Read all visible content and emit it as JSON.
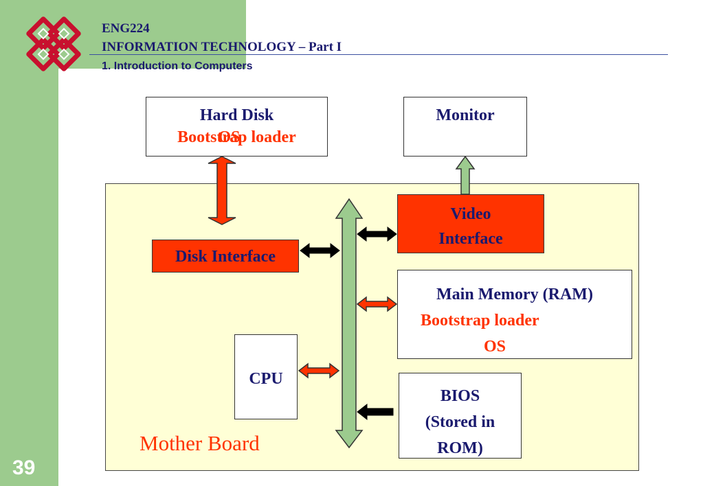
{
  "header": {
    "course": "ENG224",
    "title": "INFORMATION TECHNOLOGY – Part I",
    "subtitle": "1. Introduction to Computers"
  },
  "slide_number": "39",
  "diagram": {
    "hard_disk": {
      "title": "Hard Disk",
      "line1": "Bootstrap loader",
      "line2": "OS"
    },
    "monitor": {
      "title": "Monitor"
    },
    "video_interface": {
      "line1": "Video",
      "line2": "Interface"
    },
    "disk_interface": {
      "label": "Disk Interface"
    },
    "main_memory": {
      "title": "Main Memory (RAM)",
      "line1": "Bootstrap loader",
      "line2": "OS"
    },
    "cpu": {
      "label": "CPU"
    },
    "bios": {
      "line1": "BIOS",
      "line2": "(Stored in",
      "line3": "ROM)"
    },
    "mother_board": {
      "label": "Mother Board"
    }
  },
  "colors": {
    "sidebar_green": "#9ccb8e",
    "accent_red": "#ff3300",
    "navy_text": "#1a1a6e",
    "board_fill": "#ffffd6",
    "bus_green": "#9ccb8e"
  },
  "icons": [
    "university-logo-icon"
  ]
}
